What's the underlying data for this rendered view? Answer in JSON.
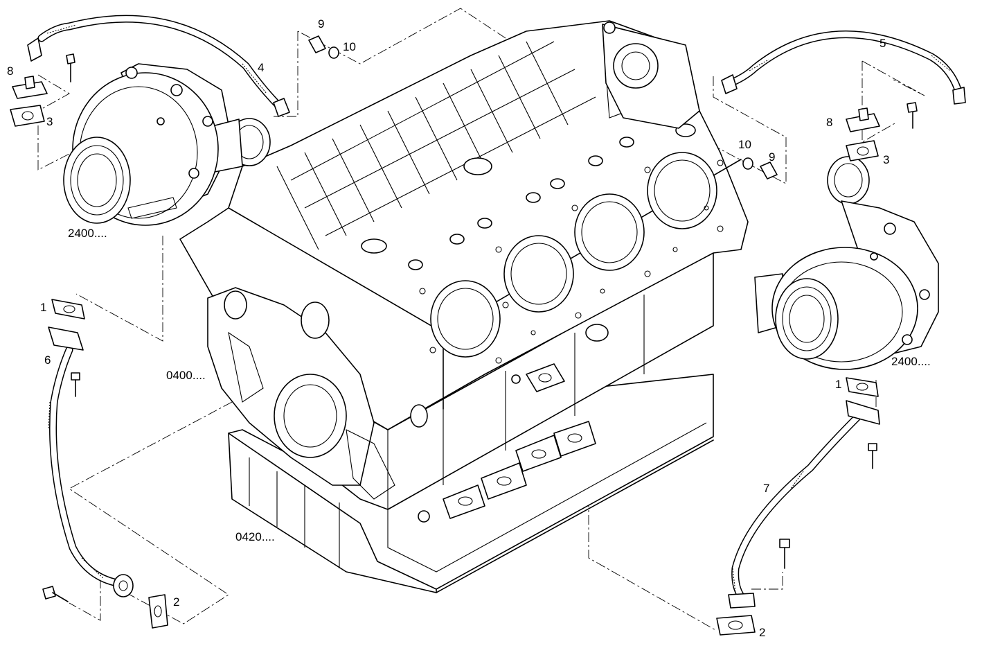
{
  "diagram": {
    "labels": {
      "p1_left": "1",
      "p1_right": "1",
      "p2_left": "2",
      "p2_right": "2",
      "p3_left": "3",
      "p3_right": "3",
      "p4": "4",
      "p5": "5",
      "p6": "6",
      "p7": "7",
      "p8_left": "8",
      "p8_right": "8",
      "p9_top": "9",
      "p9_right": "9",
      "p10_top": "10",
      "p10_right": "10",
      "ref_turbo_left": "2400....",
      "ref_turbo_right": "2400....",
      "ref_block": "0400....",
      "ref_oilpan": "0420...."
    }
  }
}
